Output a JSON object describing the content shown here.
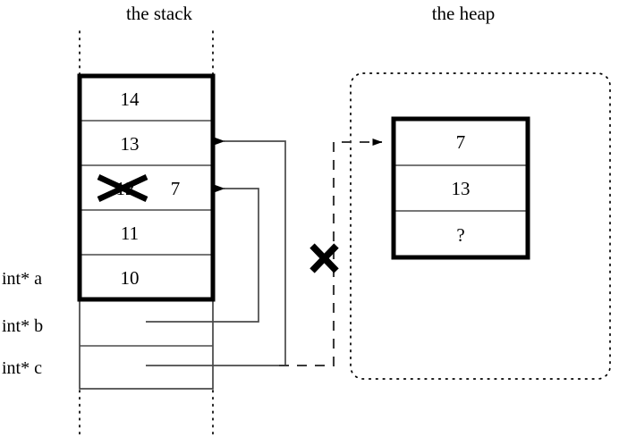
{
  "titles": {
    "stack": "the stack",
    "heap": "the heap"
  },
  "stack": {
    "cells": [
      {
        "name": "stack-cell-14",
        "value": "14",
        "struck": false
      },
      {
        "name": "stack-cell-13",
        "value": "13",
        "struck": false
      },
      {
        "name": "stack-cell-12-overwritten",
        "value": "12",
        "struck": true,
        "new_value": "7"
      },
      {
        "name": "stack-cell-11",
        "value": "11",
        "struck": false
      },
      {
        "name": "stack-cell-10",
        "value": "10",
        "struck": false
      }
    ],
    "pointer_rows": [
      {
        "name": "stack-row-b",
        "value": ""
      },
      {
        "name": "stack-row-c",
        "value": ""
      }
    ],
    "labels": [
      {
        "name": "var-label-a",
        "text": "int* a"
      },
      {
        "name": "var-label-b",
        "text": "int* b"
      },
      {
        "name": "var-label-c",
        "text": "int* c"
      }
    ]
  },
  "heap": {
    "cells": [
      {
        "name": "heap-cell-7",
        "value": "7"
      },
      {
        "name": "heap-cell-13",
        "value": "13"
      },
      {
        "name": "heap-cell-unknown",
        "value": "?"
      }
    ]
  },
  "annotations": {
    "strike_overwrite": "x-strike-over-12",
    "invalid_pointer": "x-mark-invalid-heap-pointer"
  },
  "colors": {
    "ink": "#000000",
    "background": "#ffffff",
    "thin_line": "#4a4a4a"
  }
}
